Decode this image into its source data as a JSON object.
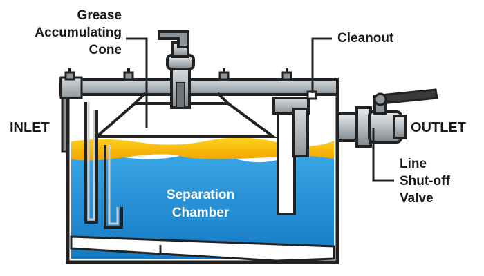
{
  "labels": {
    "grease_cone": [
      "Grease",
      "Accumulating",
      "Cone"
    ],
    "cleanout": "Cleanout",
    "inlet": "INLET",
    "outlet": "OUTLET",
    "shutoff": [
      "Line",
      "Shut-off",
      "Valve"
    ],
    "chamber": [
      "Separation",
      "Chamber"
    ]
  },
  "colors": {
    "grease_layer": "#f5b400",
    "water": "#1b8fd6",
    "outline": "#222222",
    "metal": "#a9b1b7",
    "background": "#ffffff"
  }
}
